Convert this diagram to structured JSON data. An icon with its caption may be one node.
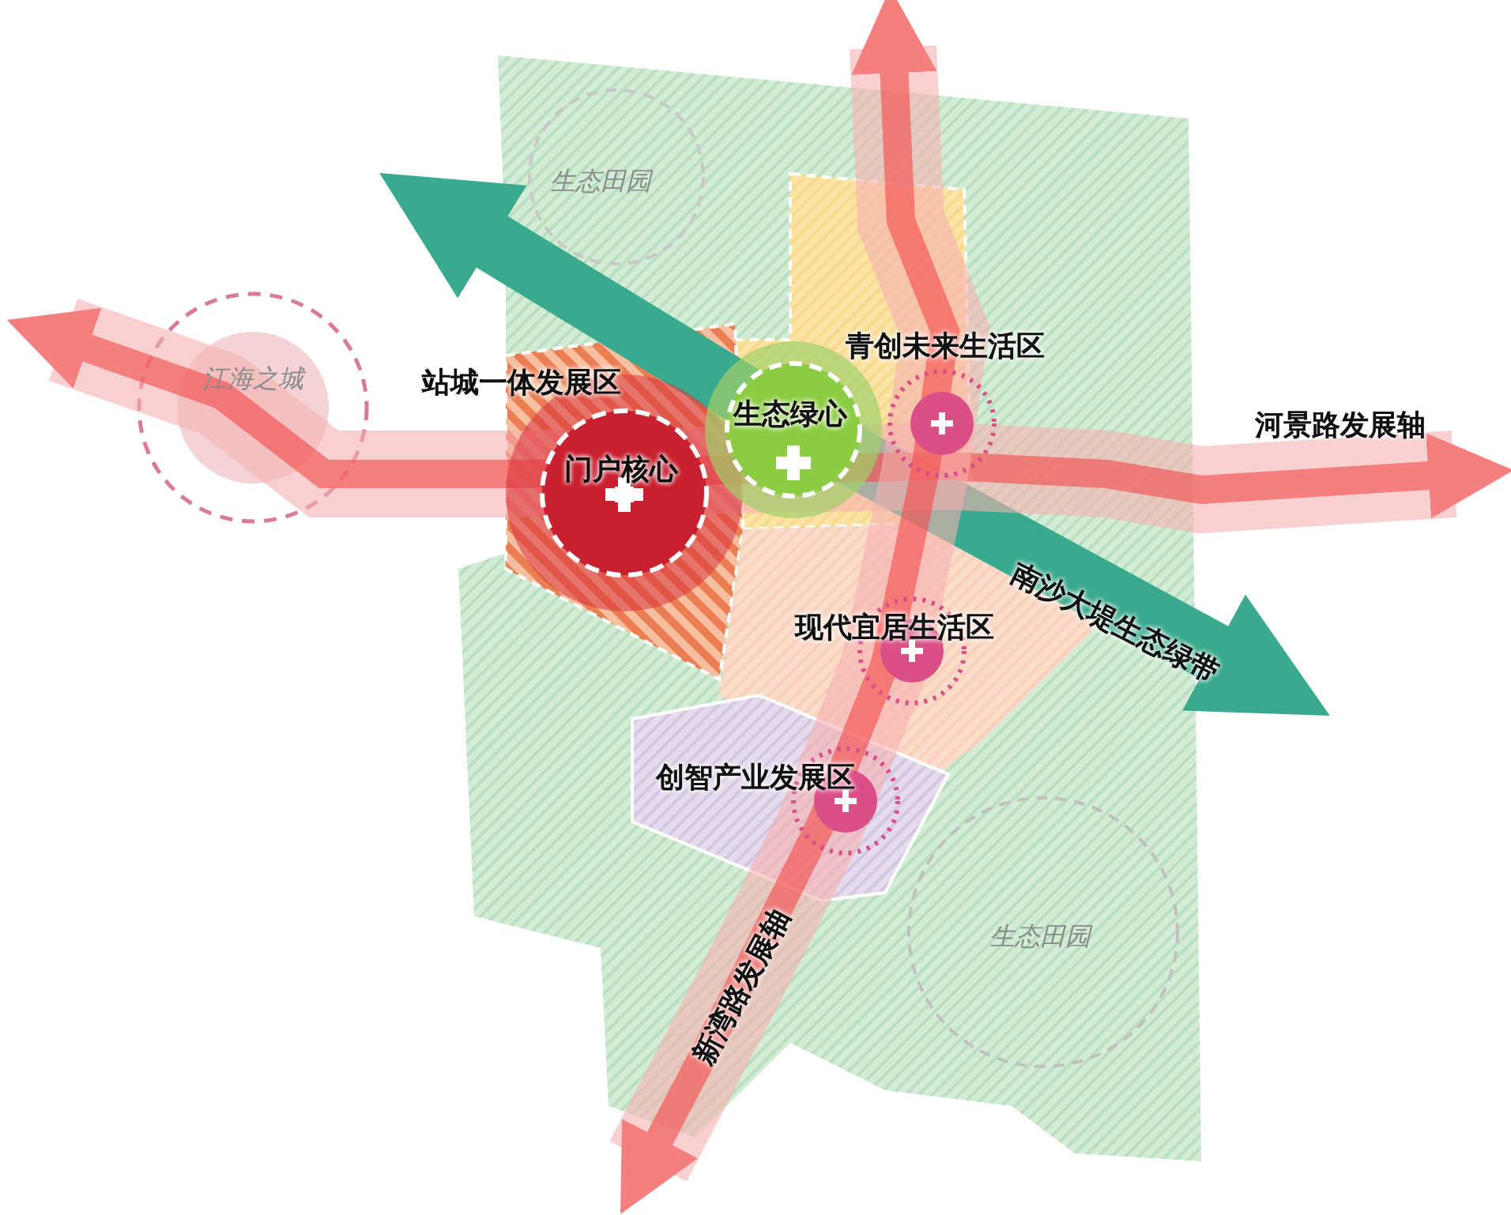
{
  "diagram": {
    "labels": [
      "生态田园",
      "江海之城",
      "站城一体发展区",
      "门户核心",
      "生态绿心",
      "青创未来生活区",
      "河景路发展轴",
      "南沙大堤生态绿带",
      "现代宜居生活区",
      "创智产业发展区",
      "新湾路发展轴",
      "生态田园"
    ]
  }
}
